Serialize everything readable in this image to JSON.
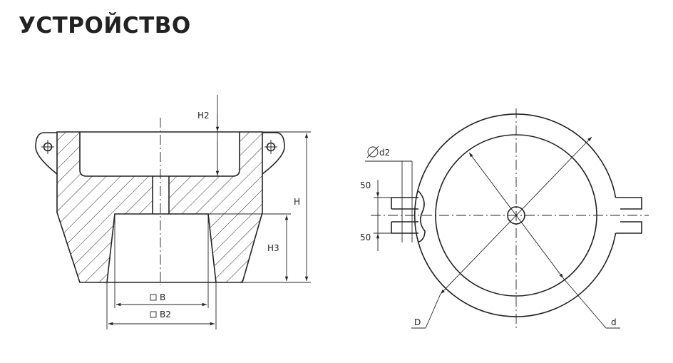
{
  "title": "УСТРОЙСТВО",
  "section_view": {
    "labels": {
      "h2": "H2",
      "h": "H",
      "h3": "H3",
      "b": "B",
      "b2": "B2"
    }
  },
  "plan_view": {
    "labels": {
      "d2": "d2",
      "dim_top": "50",
      "dim_bottom": "50",
      "big_d": "D",
      "small_d": "d"
    }
  }
}
